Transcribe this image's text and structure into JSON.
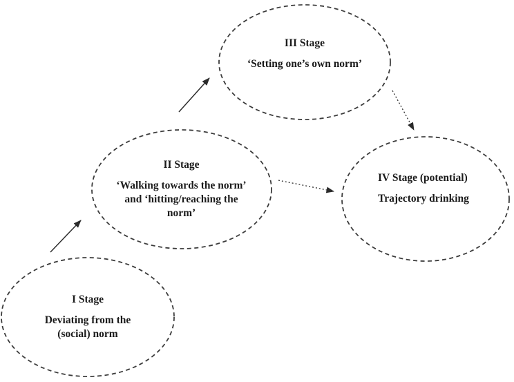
{
  "diagram": {
    "background_color": "#ffffff",
    "ellipse_stroke_color": "#3c3c3c",
    "text_color": "#1b1b1b",
    "stages": [
      {
        "name": "stage-1",
        "title": "I Stage",
        "description": "Deviating from the\n(social) norm"
      },
      {
        "name": "stage-2",
        "title": "II Stage",
        "description": "‘Walking towards the norm’\nand ‘hitting/reaching the\nnorm’"
      },
      {
        "name": "stage-3",
        "title": "III Stage",
        "description": "‘Setting one’s own norm’"
      },
      {
        "name": "stage-4",
        "title": "IV Stage (potential)",
        "description": "Trajectory drinking"
      }
    ],
    "connections": [
      {
        "from": "I Stage",
        "to": "II Stage",
        "style": "solid-arrow"
      },
      {
        "from": "II Stage",
        "to": "III Stage",
        "style": "solid-arrow"
      },
      {
        "from": "II Stage",
        "to": "IV Stage (potential)",
        "style": "dotted-arrow"
      },
      {
        "from": "III Stage",
        "to": "IV Stage (potential)",
        "style": "dotted-arrow"
      }
    ]
  }
}
